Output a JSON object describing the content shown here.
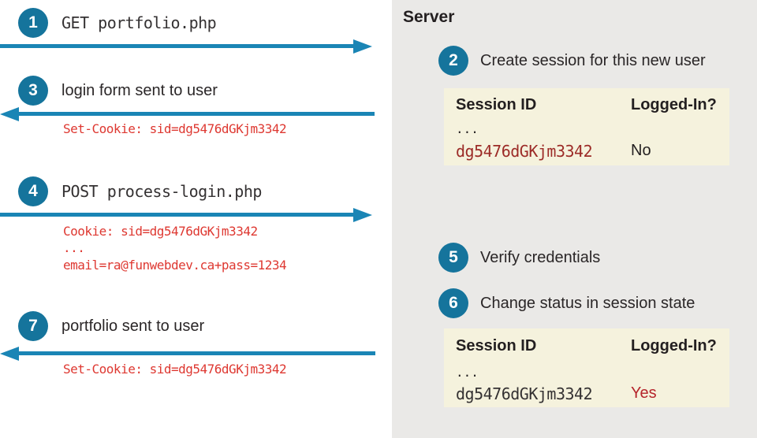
{
  "colors": {
    "step_circle": "#15749c",
    "arrow_blue": "#1a85b5",
    "code_red": "#de3831",
    "session_id_red": "#9c2b27",
    "status_yes_red": "#b5242b",
    "table_bg": "#f5f2dd",
    "server_panel_bg": "#eae9e7",
    "text_dark": "#2a2627"
  },
  "client": {
    "steps": [
      {
        "num": "1",
        "label": "GET portfolio.php",
        "arrow_direction": "right",
        "details": []
      },
      {
        "num": "3",
        "label": "login form sent to user",
        "arrow_direction": "left",
        "details": [
          "Set-Cookie: sid=dg5476dGKjm3342"
        ]
      },
      {
        "num": "4",
        "label": "POST process-login.php",
        "arrow_direction": "right",
        "details": [
          "Cookie: sid=dg5476dGKjm3342",
          "...",
          "email=ra@funwebdev.ca+pass=1234"
        ]
      },
      {
        "num": "7",
        "label": "portfolio sent to user",
        "arrow_direction": "left",
        "details": [
          "Set-Cookie: sid=dg5476dGKjm3342"
        ]
      }
    ]
  },
  "server": {
    "title": "Server",
    "steps": [
      {
        "num": "2",
        "label": "Create session for this new user"
      },
      {
        "num": "5",
        "label": "Verify credentials"
      },
      {
        "num": "6",
        "label": "Change status in session state"
      }
    ],
    "tables": [
      {
        "headers": [
          "Session ID",
          "Logged-In?"
        ],
        "ellipsis": "...",
        "session_id": "dg5476dGKjm3342",
        "status": "No"
      },
      {
        "headers": [
          "Session ID",
          "Logged-In?"
        ],
        "ellipsis": "...",
        "session_id": "dg5476dGKjm3342",
        "status": "Yes"
      }
    ]
  }
}
